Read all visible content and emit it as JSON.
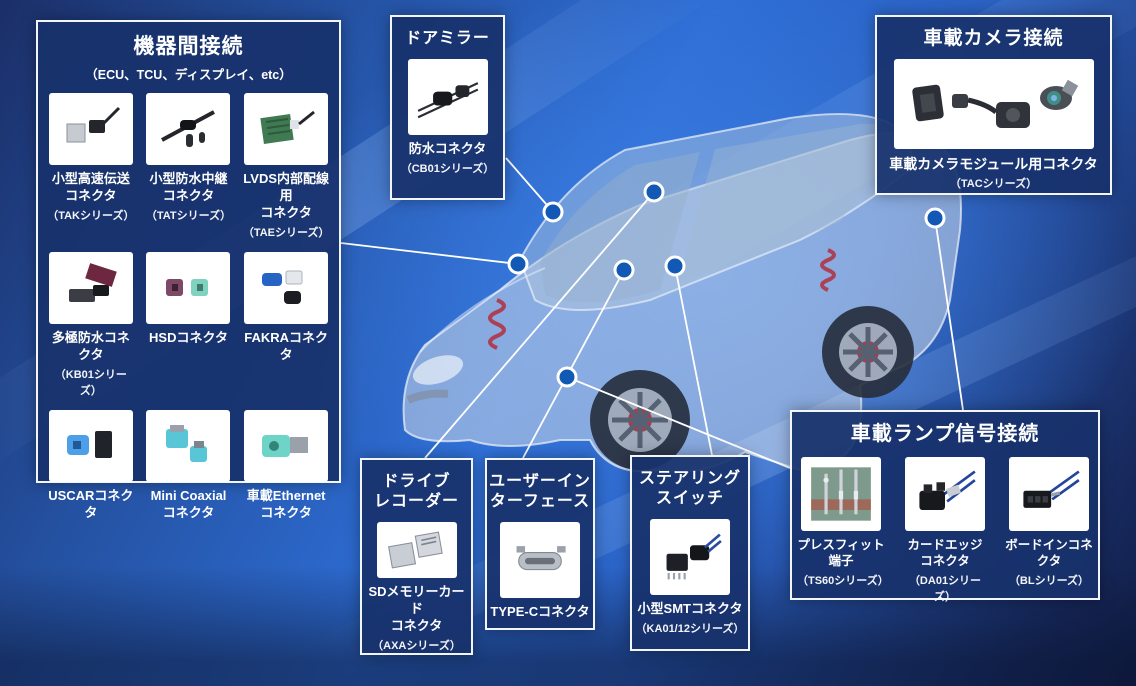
{
  "colors": {
    "background_base": "#2e6ed6",
    "background_dark": "#15254f",
    "panel_fill": "#18326c",
    "panel_border": "#f2f5fa",
    "dot_fill": "#1159b5",
    "line": "#ffffff"
  },
  "panels": {
    "device": {
      "title": "機器間接続",
      "subtitle": "（ECU、TCU、ディスプレイ、etc）",
      "items": [
        {
          "name": "小型高速伝送\nコネクタ",
          "series": "（TAKシリーズ）"
        },
        {
          "name": "小型防水中継\nコネクタ",
          "series": "（TATシリーズ）"
        },
        {
          "name": "LVDS内部配線用\nコネクタ",
          "series": "（TAEシリーズ）"
        },
        {
          "name": "多極防水コネクタ",
          "series": "（KB01シリーズ）"
        },
        {
          "name": "HSDコネクタ",
          "series": ""
        },
        {
          "name": "FAKRAコネクタ",
          "series": ""
        },
        {
          "name": "USCARコネクタ",
          "series": ""
        },
        {
          "name": "Mini Coaxial\nコネクタ",
          "series": ""
        },
        {
          "name": "車載Ethernet\nコネクタ",
          "series": ""
        }
      ]
    },
    "door_mirror": {
      "title": "ドアミラー",
      "item": {
        "name": "防水コネクタ",
        "series": "（CB01シリーズ）"
      }
    },
    "camera": {
      "title": "車載カメラ接続",
      "item": {
        "name": "車載カメラモジュール用コネクタ",
        "series": "（TACシリーズ）"
      }
    },
    "drive_recorder": {
      "title": "ドライブ\nレコーダー",
      "item": {
        "name": "SDメモリーカード\nコネクタ",
        "series": "（AXAシリーズ）"
      }
    },
    "user_interface": {
      "title": "ユーザーイン\nターフェース",
      "item": {
        "name": "TYPE-Cコネクタ",
        "series": ""
      }
    },
    "steering_switch": {
      "title": "ステアリング\nスイッチ",
      "item": {
        "name": "小型SMTコネクタ",
        "series": "（KA01/12シリーズ）"
      }
    },
    "lamp": {
      "title": "車載ランプ信号接続",
      "items": [
        {
          "name": "プレスフィット端子",
          "series": "（TS60シリーズ）"
        },
        {
          "name": "カードエッジ\nコネクタ",
          "series": "（DA01シリーズ）"
        },
        {
          "name": "ボードインコネクタ",
          "series": "（BLシリーズ）"
        }
      ]
    }
  }
}
